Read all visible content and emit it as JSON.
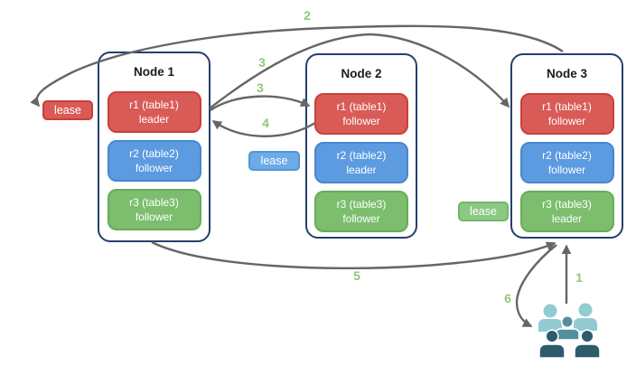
{
  "colors": {
    "red": "#D95B57",
    "red_border": "#C8403C",
    "blue": "#5C9BE0",
    "blue_border": "#4A87CC",
    "blue_light": "#6CABE8",
    "blue_light_border": "#5595D6",
    "green": "#7CBE6D",
    "green_border": "#68AC59",
    "green_light": "#8BC883",
    "green_light_border": "#74B56C",
    "node_border": "#25406B",
    "arrow": "#666666",
    "step": "#8FC878",
    "people_light": "#92CBD1",
    "people_mid": "#53909F",
    "people_dark": "#2E5A6C",
    "text_dark": "#1B1B1B"
  },
  "nodes": [
    {
      "title": "Node 1",
      "replicas": [
        {
          "name": "r1 (table1)",
          "role": "leader",
          "color": "red"
        },
        {
          "name": "r2 (table2)",
          "role": "follower",
          "color": "blue"
        },
        {
          "name": "r3 (table3)",
          "role": "follower",
          "color": "green"
        }
      ]
    },
    {
      "title": "Node 2",
      "replicas": [
        {
          "name": "r1 (table1)",
          "role": "follower",
          "color": "red"
        },
        {
          "name": "r2 (table2)",
          "role": "leader",
          "color": "blue"
        },
        {
          "name": "r3 (table3)",
          "role": "follower",
          "color": "green"
        }
      ]
    },
    {
      "title": "Node 3",
      "replicas": [
        {
          "name": "r1 (table1)",
          "role": "follower",
          "color": "red"
        },
        {
          "name": "r2 (table2)",
          "role": "follower",
          "color": "blue"
        },
        {
          "name": "r3 (table3)",
          "role": "leader",
          "color": "green"
        }
      ]
    }
  ],
  "leases": {
    "red": "lease",
    "blue": "lease",
    "green": "lease"
  },
  "steps": {
    "s1": "1",
    "s2": "2",
    "s3a": "3",
    "s3b": "3",
    "s4": "4",
    "s5": "5",
    "s6": "6"
  },
  "icons": {
    "users": "users-group-icon"
  }
}
